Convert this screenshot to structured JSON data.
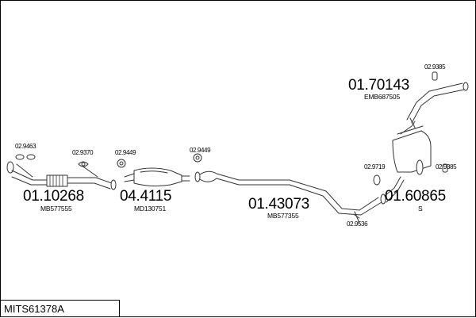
{
  "diagram_code": "MITS61378A",
  "parts": [
    {
      "part_no": "01.10268",
      "ref": "MB577555"
    },
    {
      "part_no": "04.4115",
      "ref": "MD130751"
    },
    {
      "part_no": "01.43073",
      "ref": "MB577355"
    },
    {
      "part_no": "01.60865",
      "ref": "S"
    },
    {
      "part_no": "01.70143",
      "ref": "EMB687505"
    }
  ],
  "fittings": [
    "02.9463",
    "02.9370",
    "02.9449",
    "02.9449",
    "02.9719",
    "02.9385",
    "02.9385",
    "02.9536"
  ]
}
